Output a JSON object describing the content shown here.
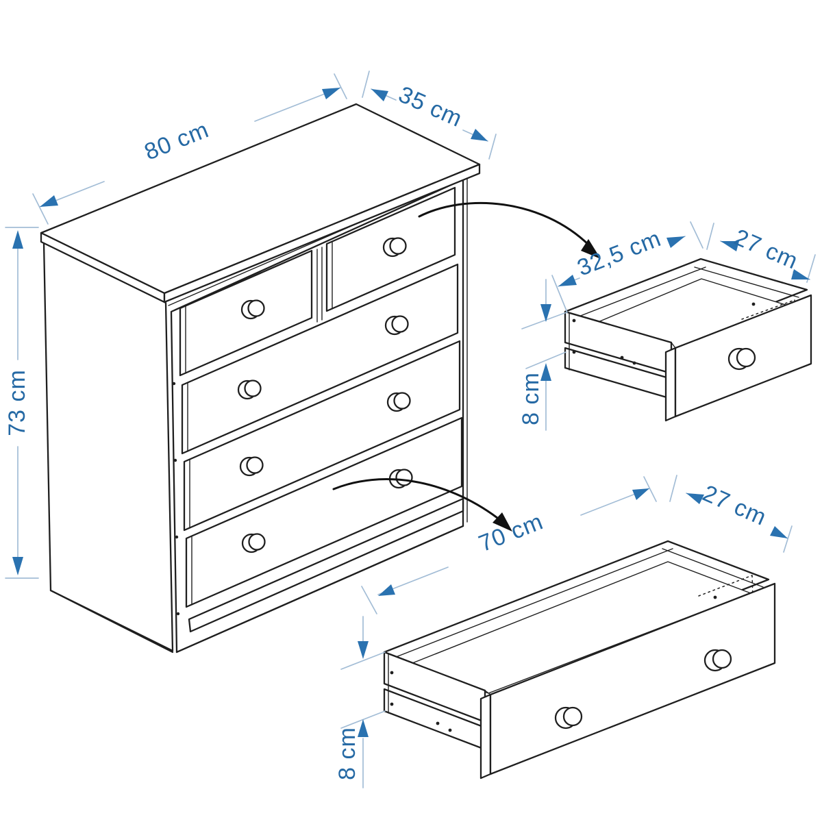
{
  "diagram": {
    "subject": "chest-of-drawers-dimension-diagram",
    "unit": "cm"
  },
  "dimensions": {
    "chest": {
      "width": "80 cm",
      "depth": "35 cm",
      "height": "73 cm"
    },
    "small_drawer": {
      "width": "32,5 cm",
      "depth": "27 cm",
      "height": "8 cm"
    },
    "large_drawer": {
      "width": "70 cm",
      "depth": "27 cm",
      "height": "8 cm"
    }
  },
  "icons": {
    "extract_arrow_top": "curved-arrow",
    "extract_arrow_bottom": "curved-arrow"
  },
  "colors": {
    "background": "#ffffff",
    "outline": "#1f1f1f",
    "dimension_text": "#2569a4",
    "dimension_arrow": "#2a72b0",
    "dimension_line": "#a3bdd6"
  }
}
